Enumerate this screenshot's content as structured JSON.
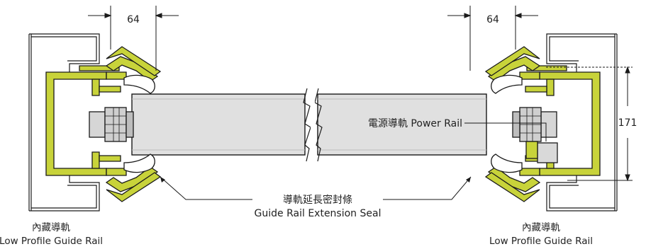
{
  "dimensions": {
    "left_width": "64",
    "right_width": "64",
    "height": "171"
  },
  "labels": {
    "power_rail": "電源導軌 Power Rail",
    "seal_zh": "導軌延長密封條",
    "seal_en": "Guide Rail Extension Seal",
    "left_guide_zh": "內藏導軌",
    "left_guide_en": "Low Profile Guide Rail",
    "right_guide_zh": "內藏導軌",
    "right_guide_en": "Low Profile Guide Rail"
  },
  "colors": {
    "rail_fill": "#c8d33a",
    "outline": "#1a1a1a",
    "body_gray": "#d9d9d9",
    "component_gray": "#bdbdbd"
  }
}
